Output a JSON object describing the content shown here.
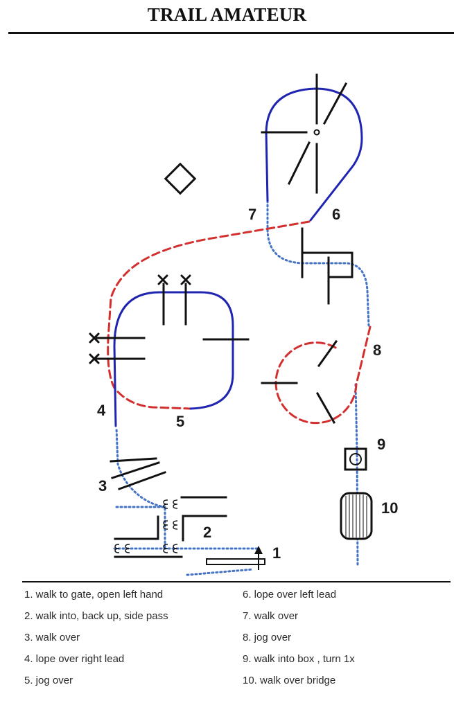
{
  "title": "TRAIL AMATEUR",
  "colors": {
    "walk": "#4472c4",
    "jog": "#d32f2f",
    "lope": "#1f25b0",
    "obstacle": "#111111"
  },
  "diagram": {
    "obstacle_labels": [
      "1",
      "2",
      "3",
      "4",
      "5",
      "6",
      "7",
      "8",
      "9",
      "10"
    ]
  },
  "legend": {
    "left": [
      "1. walk to gate, open left hand",
      "2. walk  into, back up, side pass",
      "3. walk over",
      "4. lope over right lead",
      "5. jog over"
    ],
    "right": [
      "6.  lope over left lead",
      "7. walk over",
      "8. jog over",
      "9. walk into box , turn 1x",
      "10. walk over bridge"
    ]
  }
}
